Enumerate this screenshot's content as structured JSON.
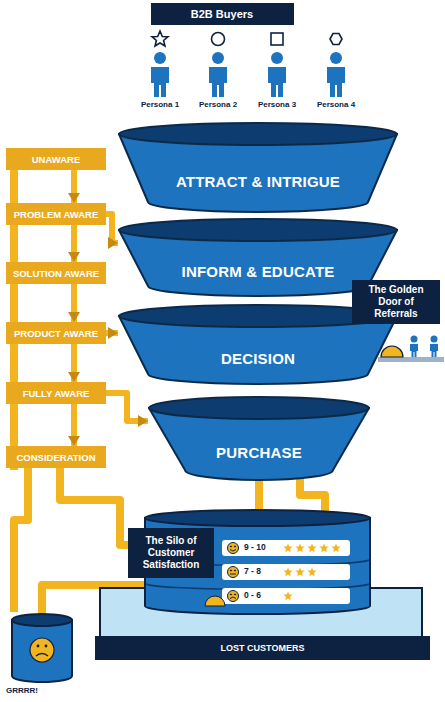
{
  "diagram": {
    "title": "B2B Buyers",
    "nodes": [
      {
        "text": [
          "ATTRACT & INTRIGUE"
        ]
      },
      {
        "text": [
          "INFORM & EDUCATE"
        ]
      },
      {
        "text": [
          "DECISION"
        ]
      },
      {
        "text": [
          "PURCHASE"
        ]
      },
      {
        "text": [
          "UNAWARE"
        ]
      },
      {
        "text": [
          "PROBLEM AWARE"
        ]
      },
      {
        "text": [
          "SOLUTION AWARE"
        ]
      },
      {
        "text": [
          "PRODUCT AWARE"
        ]
      },
      {
        "text": [
          "FULLY AWARE"
        ]
      },
      {
        "text": [
          "CONSIDERATION"
        ]
      },
      {
        "text": [
          "The Golden Door of Referrals"
        ]
      },
      {
        "text": [
          "The Silo of Customer Satisfaction"
        ]
      },
      {
        "text": [
          "LOST CUSTOMERS"
        ]
      }
    ],
    "edges": [
      {
        "from": 4,
        "to": 5,
        "arrow": "to"
      },
      {
        "from": 5,
        "to": 6,
        "arrow": "to"
      },
      {
        "from": 6,
        "to": 7,
        "arrow": "to"
      },
      {
        "from": 7,
        "to": 8,
        "arrow": "to"
      },
      {
        "from": 8,
        "to": 9,
        "arrow": "to"
      },
      {
        "from": 5,
        "to": 1,
        "arrow": "to"
      },
      {
        "from": 7,
        "to": 2,
        "arrow": "to"
      },
      {
        "from": 8,
        "to": 3,
        "arrow": "to"
      }
    ],
    "labels": [
      "Persona 1",
      "Persona 2",
      "Persona 3",
      "Persona 4",
      "9 - 10",
      "7 - 8",
      "0 - 6",
      "GRRRR!"
    ]
  }
}
